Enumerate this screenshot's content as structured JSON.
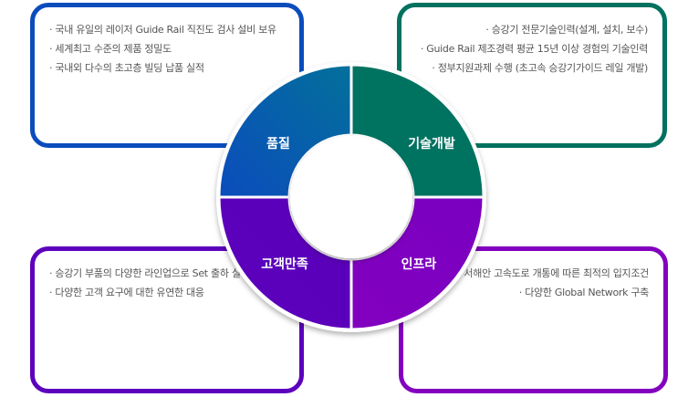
{
  "quadrants": [
    {
      "label": "품질",
      "color": "#0b4cbd",
      "color2": "#03709a",
      "items": [
        "· 국내 유일의 레이저 Guide Rail 직진도 검사 설비 보유",
        "· 세계최고 수준의 제품 정밀도",
        "· 국내외 다수의 초고층 빌딩 납품 실적"
      ]
    },
    {
      "label": "기술개발",
      "color": "#007260",
      "color2": "#007260",
      "items": [
        "· 승강기 전문기술인력(설계, 설치, 보수)",
        "· Guide Rail 제조경력 평균 15년 이상 경험의 기술인력",
        "· 정부지원과제 수행 (초고속 승강기가이드 레일 개발)"
      ]
    },
    {
      "label": "고객만족",
      "color": "#5c00bd",
      "color2": "#5a00b8",
      "items": [
        "· 승강기 부품의 다양한 라인업으로 Set 출하 실현",
        "· 다양한 고객 요구에 대한 유연한 대응"
      ]
    },
    {
      "label": "인프라",
      "color": "#8300bf",
      "color2": "#7a00c0",
      "items": [
        "· 제2 서해안 고속도로 개통에 따른 최적의 입지조건",
        "· 다양한 Global Network 구축"
      ]
    }
  ]
}
